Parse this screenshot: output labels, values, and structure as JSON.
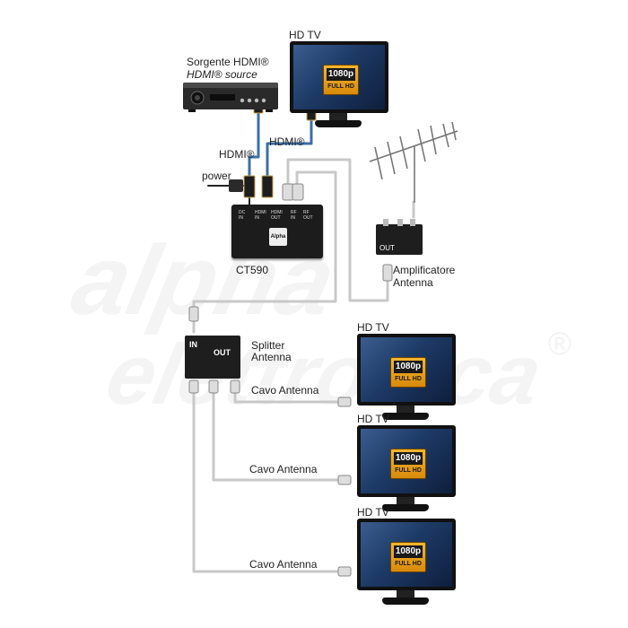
{
  "labels": {
    "hdtv": "HD TV",
    "source_it": "Sorgente HDMI®",
    "source_en": "HDMI® source",
    "hdmi": "HDMI®",
    "power": "power",
    "device": "CT590",
    "amp": "Amplificatore",
    "amp2": "Antenna",
    "splitter": "Splitter",
    "splitter2": "Antenna",
    "in": "IN",
    "out": "OUT",
    "cable": "Cavo Antenna",
    "badge_res": "1080p",
    "badge_full": "FULL",
    "badge_hd": "HD",
    "port_dc": "DC IN",
    "port_hdmi_in": "HDMI IN",
    "port_hdmi_out": "HDMI OUT",
    "port_rf_in": "RF IN",
    "port_rf_out": "RF OUT",
    "logo": "Alpha",
    "watermark": "alpha elettronica ®"
  },
  "colors": {
    "cable": "#c8c8c8",
    "hdmi_cable": "#3b6fa8",
    "device": "#1c1c1c",
    "badge": "#e8a51c"
  }
}
